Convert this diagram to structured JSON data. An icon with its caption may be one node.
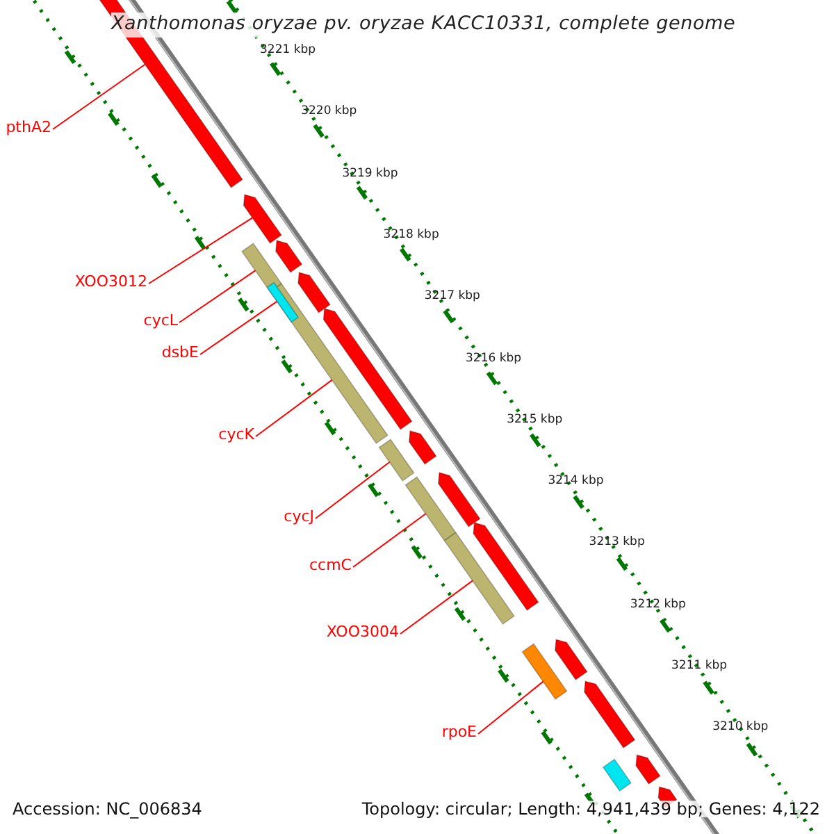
{
  "diagram": {
    "title": "Xanthomonas oryzae pv. oryzae KACC10331, complete genome",
    "nodes": [
      {
        "text": [
          "pthA2"
        ]
      },
      {
        "text": [
          "XOO3012"
        ]
      },
      {
        "text": [
          "cycL"
        ]
      },
      {
        "text": [
          "dsbE"
        ]
      },
      {
        "text": [
          "cycK"
        ]
      },
      {
        "text": [
          "cycJ"
        ]
      },
      {
        "text": [
          "ccmC"
        ]
      },
      {
        "text": [
          "XOO3004"
        ]
      },
      {
        "text": [
          "rpoE"
        ]
      },
      {
        "text": [],
        "shape": "bar"
      },
      {
        "text": [],
        "shape": "arrow"
      },
      {
        "text": [],
        "shape": "arrow"
      },
      {
        "text": [],
        "shape": "bar"
      },
      {
        "text": [],
        "shape": "arrow"
      },
      {
        "text": [],
        "shape": "bar"
      },
      {
        "text": [],
        "shape": "bar"
      },
      {
        "text": [],
        "shape": "arrow"
      },
      {
        "text": [],
        "shape": "arrow"
      },
      {
        "text": [],
        "shape": "bar"
      },
      {
        "text": [],
        "shape": "arrow"
      },
      {
        "text": [],
        "shape": "bar"
      },
      {
        "text": [],
        "shape": "arrow"
      },
      {
        "text": [],
        "shape": "bar"
      },
      {
        "text": [],
        "shape": "arrow"
      },
      {
        "text": [],
        "shape": "bar"
      },
      {
        "text": [],
        "shape": "arrow"
      },
      {
        "text": [],
        "shape": "arrow"
      },
      {
        "text": [],
        "shape": "bar"
      },
      {
        "text": [],
        "shape": "arrow"
      }
    ],
    "edges": [
      {
        "from": 0,
        "to": 9,
        "arrow": "none"
      },
      {
        "from": 1,
        "to": 10,
        "arrow": "none"
      },
      {
        "from": 2,
        "to": 12,
        "arrow": "none"
      },
      {
        "from": 3,
        "to": 14,
        "arrow": "none"
      },
      {
        "from": 4,
        "to": 15,
        "arrow": "none"
      },
      {
        "from": 5,
        "to": 18,
        "arrow": "none"
      },
      {
        "from": 6,
        "to": 20,
        "arrow": "none"
      },
      {
        "from": 7,
        "to": 22,
        "arrow": "none"
      },
      {
        "from": 8,
        "to": 24,
        "arrow": "none"
      }
    ],
    "labels": [
      "3221 kbp",
      "3220 kbp",
      "3219 kbp",
      "3218 kbp",
      "3217 kbp",
      "3216 kbp",
      "3215 kbp",
      "3214 kbp",
      "3213 kbp",
      "3212 kbp",
      "3211 kbp",
      "3210 kbp",
      "Accession: NC_006834",
      "Topology: circular; Length: 4,941,439 bp; Genes: 4,122"
    ]
  }
}
